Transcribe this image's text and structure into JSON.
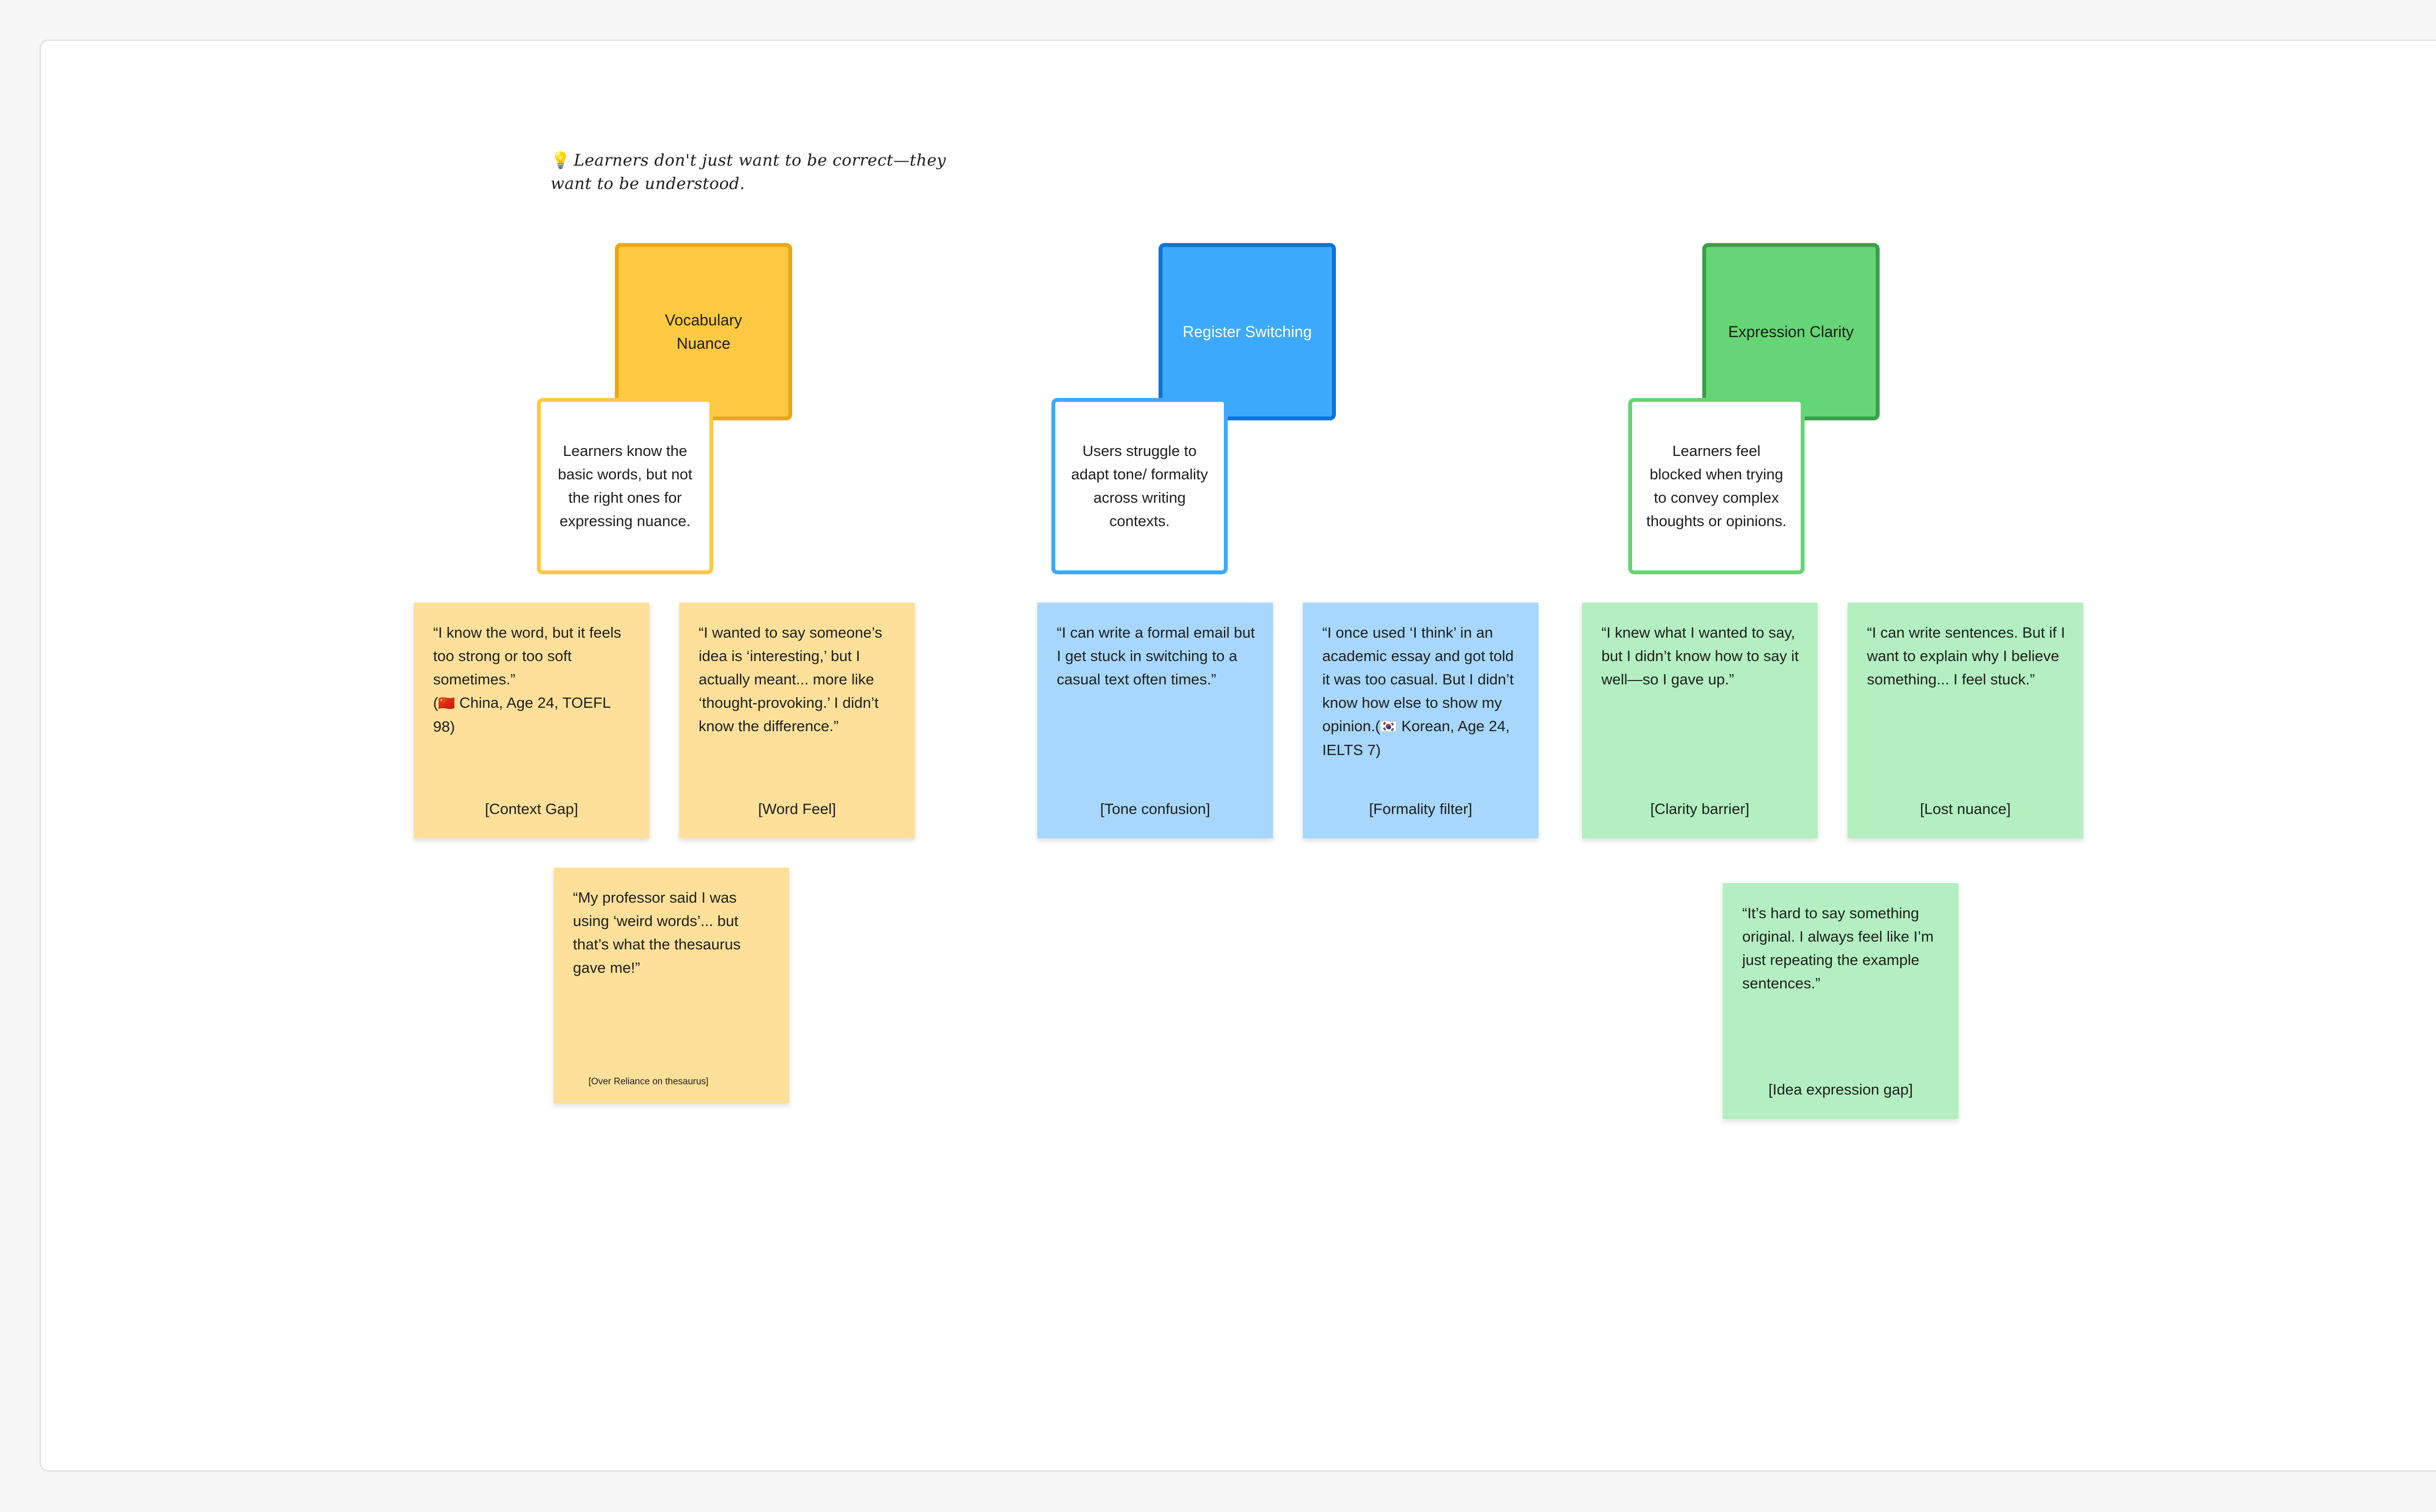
{
  "insight": {
    "emoji": "💡",
    "text": "Learners don't just want to be correct—they want to be understood."
  },
  "themes": [
    {
      "title": "Vocabulary Nuance",
      "description": "Learners know the basic words, but not the right ones for expressing nuance.",
      "color": "#ffc943"
    },
    {
      "title": "Register Switching",
      "description": "Users struggle to adapt tone/ formality across writing contexts.",
      "color": "#3da9fc"
    },
    {
      "title": "Expression Clarity",
      "description": "Learners feel blocked when trying to convey complex thoughts or opinions.",
      "color": "#66d575"
    }
  ],
  "stickies": {
    "vocab": [
      {
        "quote": "“I know the word, but it feels too strong or too soft sometimes.”",
        "flag": "🇨🇳",
        "meta": " China, Age 24, TOEFL 98)",
        "meta_prefix": "(",
        "tag": "[Context Gap]"
      },
      {
        "quote": "“I wanted to say someone’s idea is ‘interesting,’ but I actually meant... more like ‘thought-provoking.’ I didn’t know the difference.”",
        "tag": "[Word Feel]"
      },
      {
        "quote": "“My professor said I was using ‘weird words’... but that’s what the thesaurus gave me!”",
        "tag": "[Over Reliance on thesaurus]"
      }
    ],
    "register": [
      {
        "quote": "“I can write a formal email but I get stuck in switching to a casual text often times.”",
        "tag": "[Tone confusion]"
      },
      {
        "quote": "“I once used ‘I think’ in an academic essay and got told it was too casual. But I didn’t know how else to show my opinion.(",
        "flag": "🇰🇷",
        "meta": " Korean, Age 24, IELTS 7)",
        "tag": "[Formality filter]"
      }
    ],
    "clarity": [
      {
        "quote": "“I knew what I wanted to say, but I didn’t know how to say it well—so I gave up.”",
        "tag": "[Clarity barrier]"
      },
      {
        "quote": "“I can write sentences. But if I want to explain why I believe something... I feel stuck.”",
        "tag": "[Lost nuance]"
      },
      {
        "quote": "“It’s hard to say something original. I always feel like I’m just repeating the example sentences.”",
        "tag": "[Idea expression gap]"
      }
    ]
  }
}
